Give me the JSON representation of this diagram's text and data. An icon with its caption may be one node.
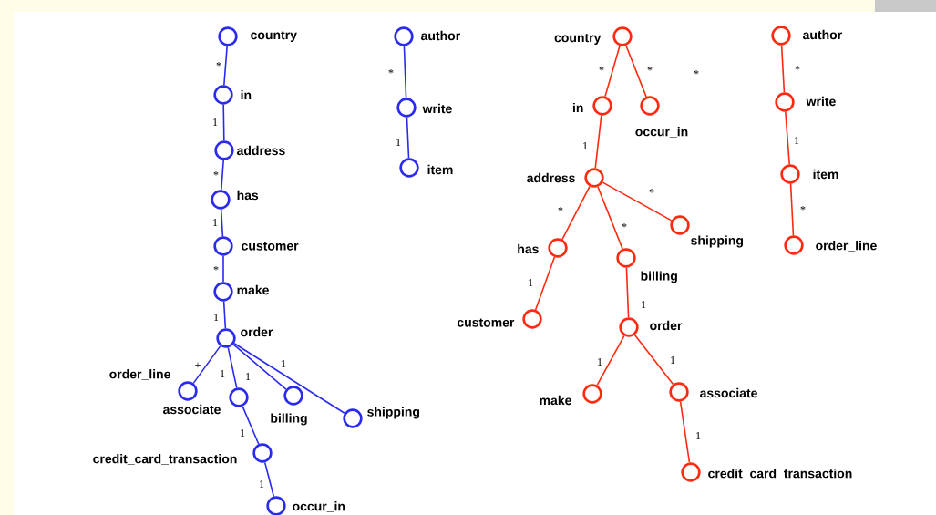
{
  "diagram": {
    "nodes": [
      {
        "text": [
          "country"
        ]
      },
      {
        "text": [
          "in"
        ]
      },
      {
        "text": [
          "address"
        ]
      },
      {
        "text": [
          "has"
        ]
      },
      {
        "text": [
          "customer"
        ]
      },
      {
        "text": [
          "make"
        ]
      },
      {
        "text": [
          "order"
        ]
      },
      {
        "text": [
          "order_line"
        ]
      },
      {
        "text": [
          "associate"
        ]
      },
      {
        "text": [
          "billing"
        ]
      },
      {
        "text": [
          "shipping"
        ]
      },
      {
        "text": [
          "credit_card_transaction"
        ]
      },
      {
        "text": [
          "occur_in"
        ]
      },
      {
        "text": [
          "author"
        ]
      },
      {
        "text": [
          "write"
        ]
      },
      {
        "text": [
          "item"
        ]
      },
      {
        "text": [
          "country"
        ]
      },
      {
        "text": [
          "in"
        ]
      },
      {
        "text": [
          "occur_in"
        ]
      },
      {
        "text": [
          "address"
        ]
      },
      {
        "text": [
          "has"
        ]
      },
      {
        "text": [
          "customer"
        ]
      },
      {
        "text": [
          "billing"
        ]
      },
      {
        "text": [
          "shipping"
        ]
      },
      {
        "text": [
          "order"
        ]
      },
      {
        "text": [
          "make"
        ]
      },
      {
        "text": [
          "associate"
        ]
      },
      {
        "text": [
          "credit_card_transaction"
        ]
      },
      {
        "text": [
          "author"
        ]
      },
      {
        "text": [
          "write"
        ]
      },
      {
        "text": [
          "item"
        ]
      },
      {
        "text": [
          "order_line"
        ]
      }
    ],
    "edges": [
      {
        "from": 0,
        "to": 1,
        "arrow": "none",
        "label": "*",
        "color": "#2b2bf0"
      },
      {
        "from": 1,
        "to": 2,
        "arrow": "none",
        "label": "1",
        "color": "#2b2bf0"
      },
      {
        "from": 2,
        "to": 3,
        "arrow": "none",
        "label": "*",
        "color": "#2b2bf0"
      },
      {
        "from": 3,
        "to": 4,
        "arrow": "none",
        "label": "1",
        "color": "#2b2bf0"
      },
      {
        "from": 4,
        "to": 5,
        "arrow": "none",
        "label": "*",
        "color": "#2b2bf0"
      },
      {
        "from": 5,
        "to": 6,
        "arrow": "none",
        "label": "1",
        "color": "#2b2bf0"
      },
      {
        "from": 6,
        "to": 7,
        "arrow": "none",
        "label": "+",
        "color": "#2b2bf0"
      },
      {
        "from": 6,
        "to": 8,
        "arrow": "none",
        "label": "1",
        "color": "#2b2bf0"
      },
      {
        "from": 6,
        "to": 9,
        "arrow": "none",
        "label": "1",
        "color": "#2b2bf0"
      },
      {
        "from": 6,
        "to": 10,
        "arrow": "none",
        "label": "1",
        "color": "#2b2bf0"
      },
      {
        "from": 8,
        "to": 11,
        "arrow": "none",
        "label": "1",
        "color": "#2b2bf0"
      },
      {
        "from": 11,
        "to": 12,
        "arrow": "none",
        "label": "1",
        "color": "#2b2bf0"
      },
      {
        "from": 13,
        "to": 14,
        "arrow": "none",
        "label": "*",
        "color": "#2b2bf0"
      },
      {
        "from": 14,
        "to": 15,
        "arrow": "none",
        "label": "1",
        "color": "#2b2bf0"
      },
      {
        "from": 16,
        "to": 17,
        "arrow": "none",
        "label": "*",
        "color": "#ff2a10"
      },
      {
        "from": 16,
        "to": 18,
        "arrow": "none",
        "label": "*",
        "color": "#ff2a10"
      },
      {
        "from": 17,
        "to": 19,
        "arrow": "none",
        "label": "1",
        "color": "#ff2a10"
      },
      {
        "from": 19,
        "to": 20,
        "arrow": "none",
        "label": "*",
        "color": "#ff2a10"
      },
      {
        "from": 19,
        "to": 22,
        "arrow": "none",
        "label": "*",
        "color": "#ff2a10"
      },
      {
        "from": 19,
        "to": 23,
        "arrow": "none",
        "label": "*",
        "color": "#ff2a10"
      },
      {
        "from": 20,
        "to": 21,
        "arrow": "none",
        "label": "1",
        "color": "#ff2a10"
      },
      {
        "from": 22,
        "to": 24,
        "arrow": "none",
        "label": "1",
        "color": "#ff2a10"
      },
      {
        "from": 24,
        "to": 25,
        "arrow": "none",
        "label": "1",
        "color": "#ff2a10"
      },
      {
        "from": 24,
        "to": 26,
        "arrow": "none",
        "label": "1",
        "color": "#ff2a10"
      },
      {
        "from": 26,
        "to": 27,
        "arrow": "none",
        "label": "1",
        "color": "#ff2a10"
      },
      {
        "from": 28,
        "to": 29,
        "arrow": "none",
        "label": "*",
        "color": "#ff2a10"
      },
      {
        "from": 29,
        "to": 30,
        "arrow": "none",
        "label": "1",
        "color": "#ff2a10"
      },
      {
        "from": 30,
        "to": 31,
        "arrow": "none",
        "label": "*",
        "color": "#ff2a10"
      }
    ],
    "labels": [
      "*"
    ]
  }
}
